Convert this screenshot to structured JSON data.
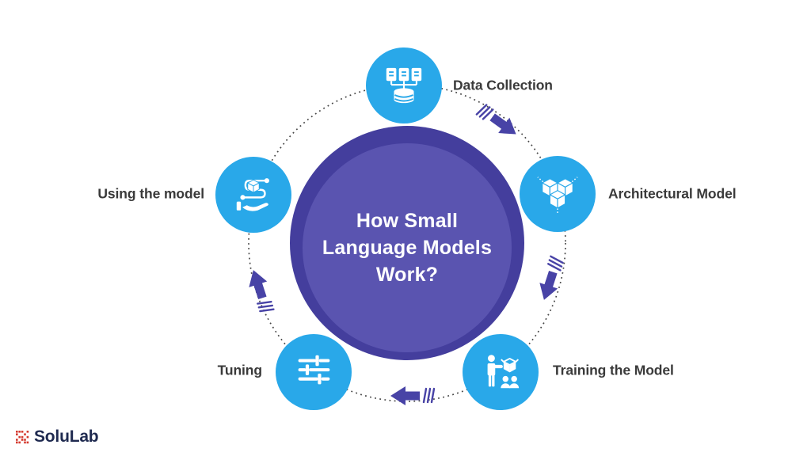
{
  "diagram": {
    "center_title": "How Small Language Models Work?",
    "center_title_lines": [
      "How Small",
      "Language Models",
      "Work?"
    ],
    "flow_direction": "clockwise",
    "arrow_count": 4,
    "steps": [
      {
        "label": "Data Collection",
        "icon": "data-collection-icon",
        "position": "top"
      },
      {
        "label": "Architectural Model",
        "icon": "architecture-cubes-icon",
        "position": "right"
      },
      {
        "label": "Training the Model",
        "icon": "training-people-icon",
        "position": "bottom-right"
      },
      {
        "label": "Tuning",
        "icon": "tuning-sliders-icon",
        "position": "bottom-left"
      },
      {
        "label": "Using the model",
        "icon": "hand-holding-model-icon",
        "position": "left"
      }
    ]
  },
  "brand": {
    "name": "SoluLab"
  },
  "colors": {
    "background": "#FFFFFF",
    "node_blue": "#29A8E9",
    "center_outer_purple": "#443E9D",
    "center_inner_purple": "#5A54B0",
    "arrow_indigo": "#4843A6",
    "dotted_ring": "#474747",
    "label_text": "#3A3A3A",
    "center_text": "#FFFFFF",
    "brand_text": "#1F2A50",
    "brand_mark_red": "#D43A2F"
  }
}
